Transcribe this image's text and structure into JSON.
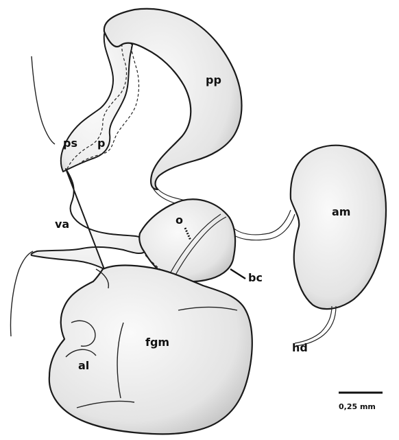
{
  "labels": {
    "pp": "pp",
    "ps": "ps",
    "p": "p",
    "va": "va",
    "o": "o",
    "am": "am",
    "bc": "bc",
    "hd": "hd",
    "fgm": "fgm",
    "al": "al"
  },
  "scale_bar": {
    "label": "0,25 mm"
  }
}
